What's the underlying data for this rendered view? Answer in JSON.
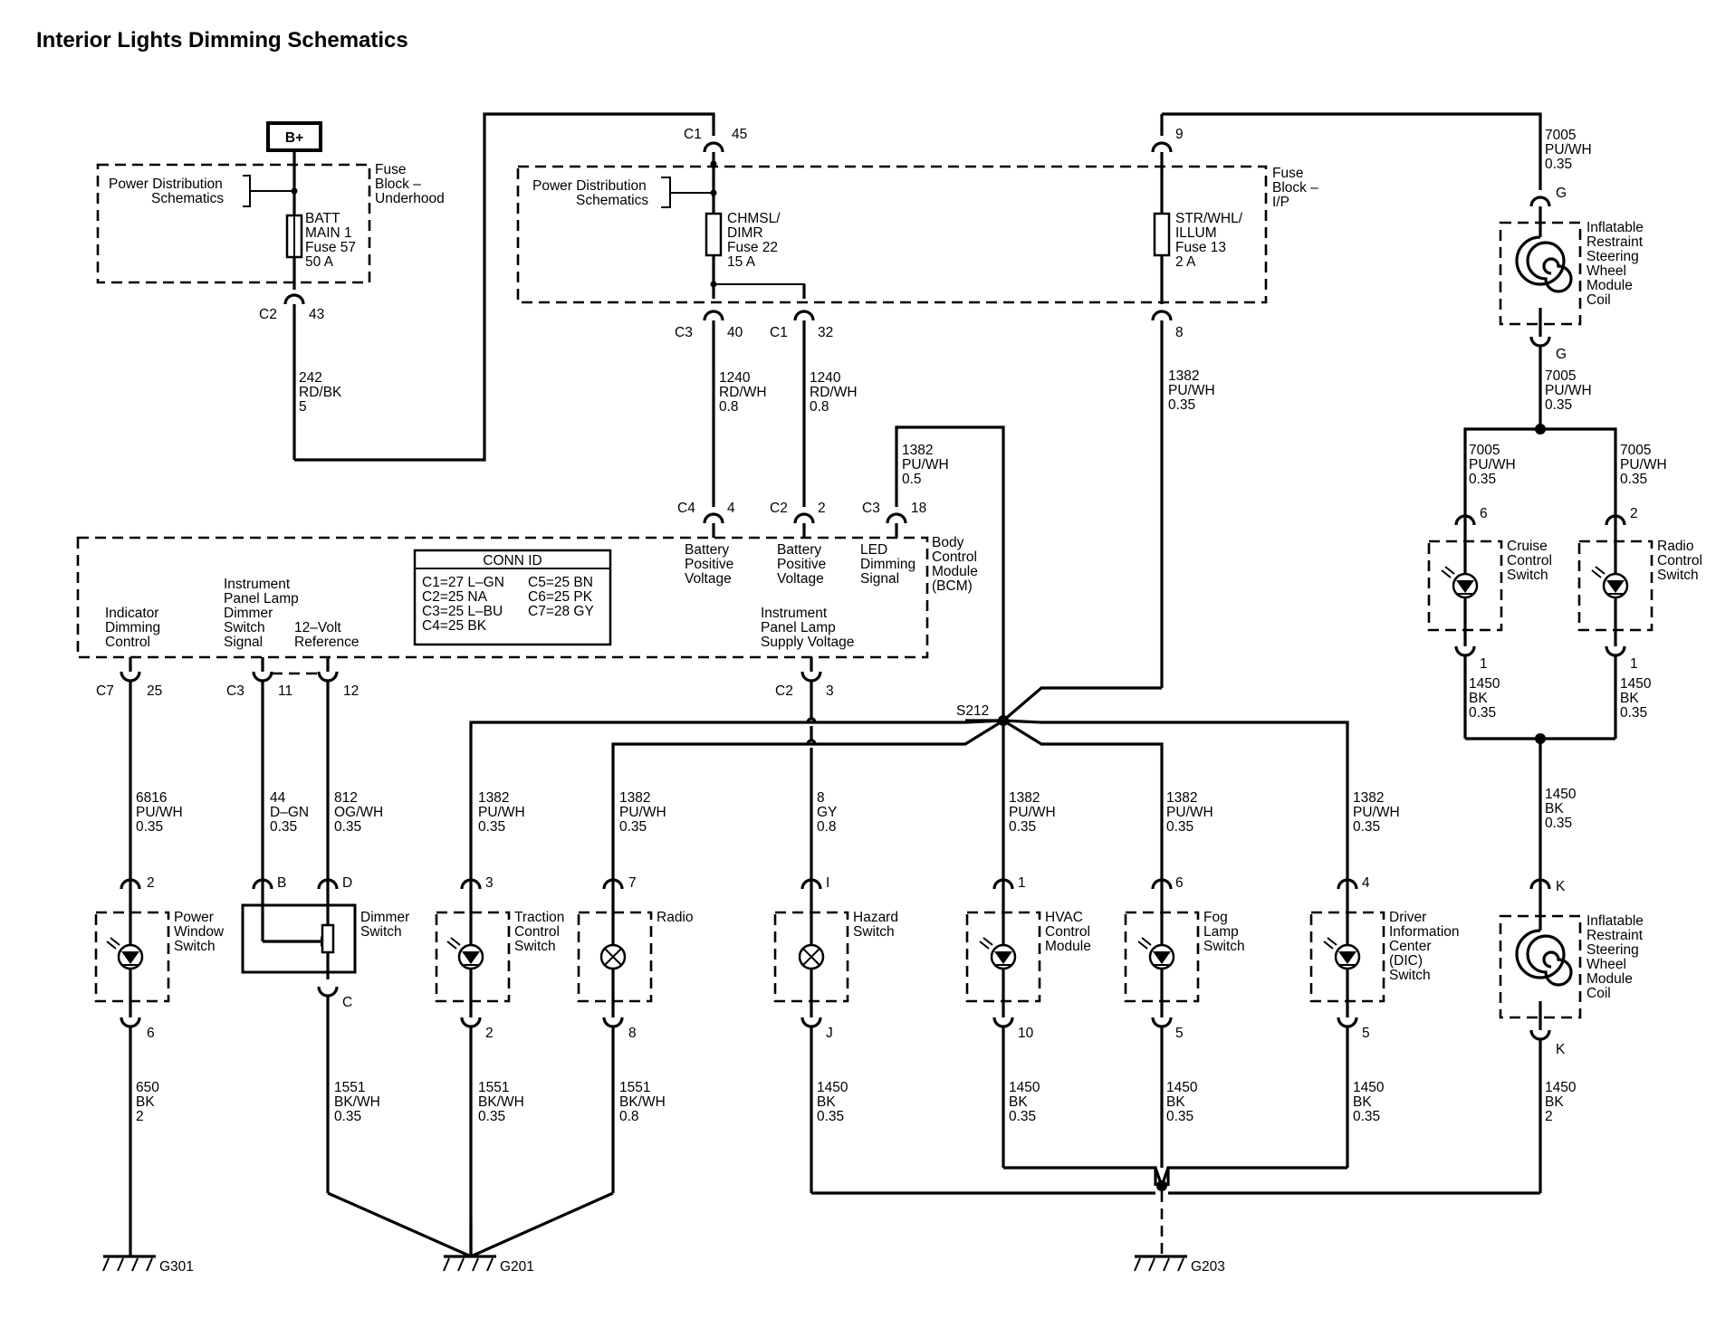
{
  "title": "Interior Lights Dimming Schematics",
  "power_source": "B+",
  "fuse_blocks": {
    "underhood": {
      "name": [
        "Fuse",
        "Block –",
        "Underhood"
      ],
      "ref": [
        "Power Distribution",
        "Schematics"
      ],
      "fuse": [
        "BATT",
        "MAIN 1",
        "Fuse 57",
        "50 A"
      ]
    },
    "ip": {
      "name": [
        "Fuse",
        "Block –",
        "I/P"
      ],
      "ref": [
        "Power Distribution",
        "Schematics"
      ],
      "fuse_a": [
        "CHMSL/",
        "DIMR",
        "Fuse 22",
        "15 A"
      ],
      "fuse_b": [
        "STR/WHL/",
        "ILLUM",
        "Fuse 13",
        "2 A"
      ]
    }
  },
  "connectors": {
    "c1_45": [
      "C1",
      "45"
    ],
    "c1_9": [
      "9"
    ],
    "c2_43": [
      "C2",
      "43"
    ],
    "c3_40": [
      "C3",
      "40"
    ],
    "c1_32": [
      "C1",
      "32"
    ],
    "c_8": [
      "8"
    ],
    "c4_4": [
      "C4",
      "4"
    ],
    "c2_2": [
      "C2",
      "2"
    ],
    "c3_18": [
      "C3",
      "18"
    ],
    "c7_25": [
      "C7",
      "25"
    ],
    "c3_11": [
      "C3",
      "11"
    ],
    "c_12": [
      "12"
    ],
    "c2_3": [
      "C2",
      "3"
    ],
    "g_top": [
      "G"
    ],
    "g_bot": [
      "G"
    ],
    "k_top": [
      "K"
    ],
    "k_bot": [
      "K"
    ]
  },
  "wires": {
    "w242": [
      "242",
      "RD/BK",
      "5"
    ],
    "w1240a": [
      "1240",
      "RD/WH",
      "0.8"
    ],
    "w1240b": [
      "1240",
      "RD/WH",
      "0.8"
    ],
    "w1382_top": [
      "1382",
      "PU/WH",
      "0.35"
    ],
    "w1382_bcm": [
      "1382",
      "PU/WH",
      "0.5"
    ],
    "w7005_top": [
      "7005",
      "PU/WH",
      "0.35"
    ],
    "w7005_mid": [
      "7005",
      "PU/WH",
      "0.35"
    ],
    "w7005_l": [
      "7005",
      "PU/WH",
      "0.35"
    ],
    "w7005_r": [
      "7005",
      "PU/WH",
      "0.35"
    ],
    "w1450_cl": [
      "1450",
      "BK",
      "0.35"
    ],
    "w1450_cr": [
      "1450",
      "BK",
      "0.35"
    ],
    "w1450_mid": [
      "1450",
      "BK",
      "0.35"
    ],
    "w6816": [
      "6816",
      "PU/WH",
      "0.35"
    ],
    "w44": [
      "44",
      "D–GN",
      "0.35"
    ],
    "w812": [
      "812",
      "OG/WH",
      "0.35"
    ],
    "w1382_tc": [
      "1382",
      "PU/WH",
      "0.35"
    ],
    "w1382_radio": [
      "1382",
      "PU/WH",
      "0.35"
    ],
    "w8": [
      "8",
      "GY",
      "0.8"
    ],
    "w1382_hvac": [
      "1382",
      "PU/WH",
      "0.35"
    ],
    "w1382_fog": [
      "1382",
      "PU/WH",
      "0.35"
    ],
    "w1382_dic": [
      "1382",
      "PU/WH",
      "0.35"
    ],
    "w650": [
      "650",
      "BK",
      "2"
    ],
    "w1551a": [
      "1551",
      "BK/WH",
      "0.35"
    ],
    "w1551b": [
      "1551",
      "BK/WH",
      "0.35"
    ],
    "w1551c": [
      "1551",
      "BK/WH",
      "0.8"
    ],
    "w1450_haz": [
      "1450",
      "BK",
      "0.35"
    ],
    "w1450_hvac": [
      "1450",
      "BK",
      "0.35"
    ],
    "w1450_fog": [
      "1450",
      "BK",
      "0.35"
    ],
    "w1450_dic": [
      "1450",
      "BK",
      "0.35"
    ],
    "w1450_coil": [
      "1450",
      "BK",
      "2"
    ]
  },
  "bcm": {
    "name": [
      "Body",
      "Control",
      "Module",
      "(BCM)"
    ],
    "pin_bat1": [
      "Battery",
      "Positive",
      "Voltage"
    ],
    "pin_bat2": [
      "Battery",
      "Positive",
      "Voltage"
    ],
    "pin_led": [
      "LED",
      "Dimming",
      "Signal"
    ],
    "pin_ind": [
      "Indicator",
      "Dimming",
      "Control"
    ],
    "pin_ipl": [
      "Instrument",
      "Panel Lamp",
      "Dimmer",
      "Switch",
      "Signal"
    ],
    "pin_12v": [
      "12–Volt",
      "Reference"
    ],
    "pin_supply": [
      "Instrument",
      "Panel Lamp",
      "Supply Voltage"
    ],
    "conn_id": {
      "title": "CONN ID",
      "rows": [
        [
          "C1=27 L–GN",
          "C5=25 BN"
        ],
        [
          "C2=25 NA",
          "C6=25 PK"
        ],
        [
          "C3=25 L–BU",
          "C7=28 GY"
        ],
        [
          "C4=25 BK",
          ""
        ]
      ]
    }
  },
  "splice": "S212",
  "components": {
    "coil_top": [
      "Inflatable",
      "Restraint",
      "Steering",
      "Wheel",
      "Module",
      "Coil"
    ],
    "coil_bot": [
      "Inflatable",
      "Restraint",
      "Steering",
      "Wheel",
      "Module",
      "Coil"
    ],
    "cruise": [
      "Cruise",
      "Control",
      "Switch"
    ],
    "radio_ctl": [
      "Radio",
      "Control",
      "Switch"
    ],
    "power_window": [
      "Power",
      "Window",
      "Switch"
    ],
    "dimmer": [
      "Dimmer",
      "Switch"
    ],
    "traction": [
      "Traction",
      "Control",
      "Switch"
    ],
    "radio": [
      "Radio"
    ],
    "hazard": [
      "Hazard",
      "Switch"
    ],
    "hvac": [
      "HVAC",
      "Control",
      "Module"
    ],
    "fog": [
      "Fog",
      "Lamp",
      "Switch"
    ],
    "dic": [
      "Driver",
      "Information",
      "Center",
      "(DIC)",
      "Switch"
    ]
  },
  "pins": {
    "cruise_top": "6",
    "cruise_bot": "1",
    "radioctl_top": "2",
    "radioctl_bot": "1",
    "pw_top": "2",
    "pw_bot": "6",
    "dim_b": "B",
    "dim_d": "D",
    "dim_c": "C",
    "tc_top": "3",
    "tc_bot": "2",
    "radio_top": "7",
    "radio_bot": "8",
    "haz_top": "I",
    "haz_bot": "J",
    "hvac_top": "1",
    "hvac_bot": "10",
    "fog_top": "6",
    "fog_bot": "5",
    "dic_top": "4",
    "dic_bot": "5"
  },
  "grounds": {
    "g301": "G301",
    "g201": "G201",
    "g203": "G203"
  }
}
